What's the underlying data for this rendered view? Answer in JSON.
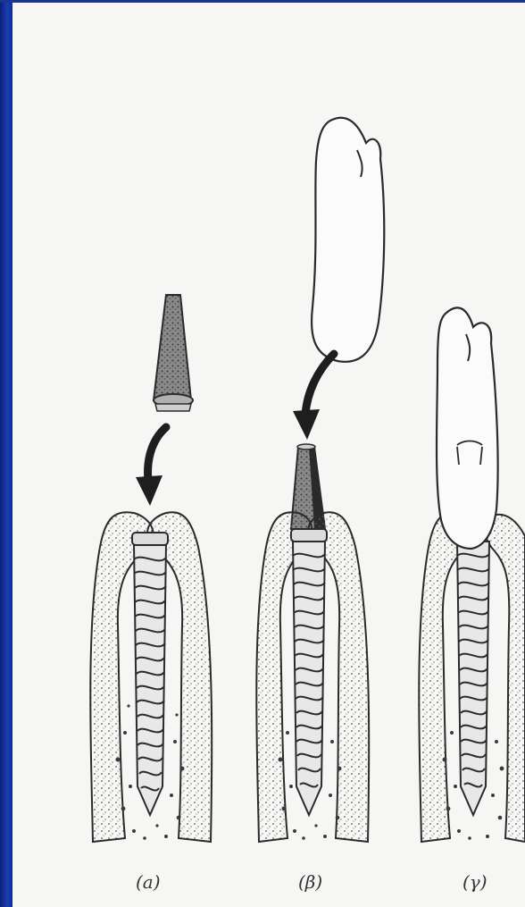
{
  "colors": {
    "slide_background": "#0a2a8c",
    "figure_background": "#f6f6f4",
    "line": "#2b2b2b",
    "gum_speckle": "#6b6b6b",
    "abutment_dark": "#3a3a3a"
  },
  "panels": [
    {
      "id": "a",
      "caption": "(a)"
    },
    {
      "id": "b",
      "caption": "(β)"
    },
    {
      "id": "c",
      "caption": "(γ)"
    }
  ]
}
